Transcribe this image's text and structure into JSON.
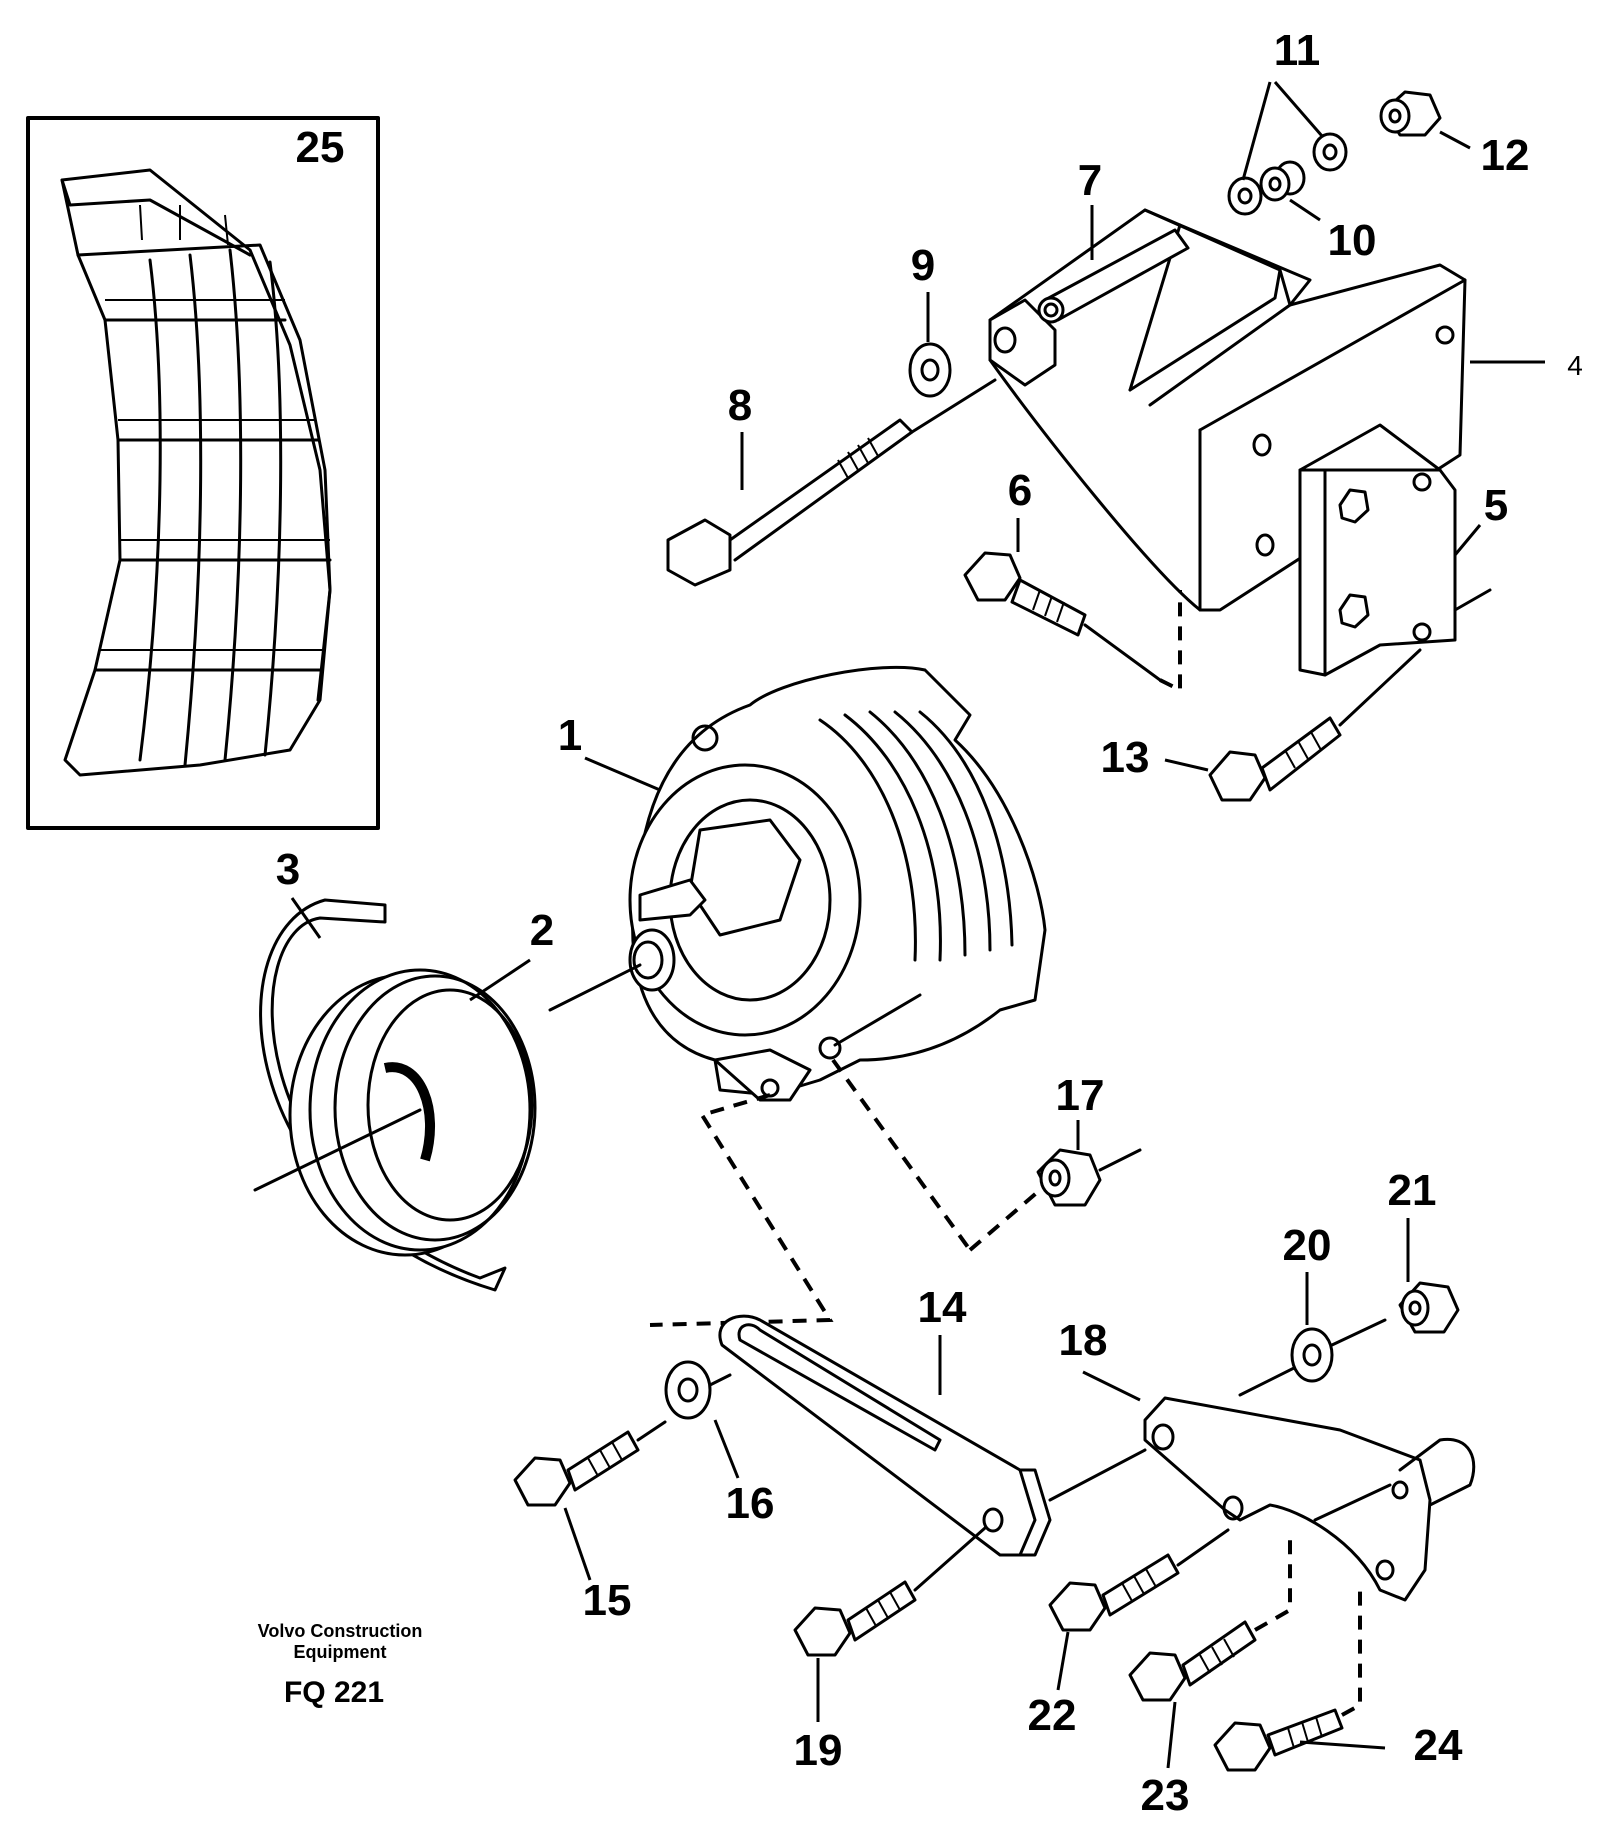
{
  "callouts": {
    "c1": "1",
    "c2": "2",
    "c3": "3",
    "c4": "4",
    "c5": "5",
    "c6": "6",
    "c7": "7",
    "c8": "8",
    "c9": "9",
    "c10": "10",
    "c11": "11",
    "c12": "12",
    "c13": "13",
    "c14": "14",
    "c15": "15",
    "c16": "16",
    "c17": "17",
    "c18": "18",
    "c19": "19",
    "c20": "20",
    "c21": "21",
    "c22": "22",
    "c23": "23",
    "c24": "24",
    "c25": "25"
  },
  "caption": {
    "line1": "Volvo Construction",
    "line2": "Equipment",
    "code": "FQ 221"
  }
}
